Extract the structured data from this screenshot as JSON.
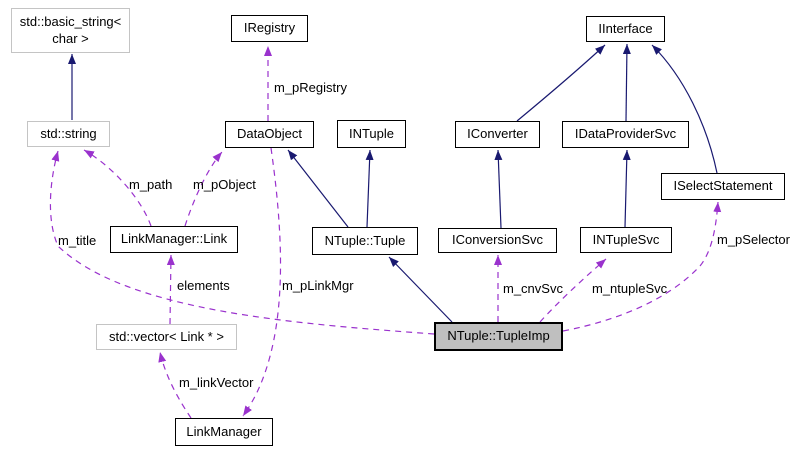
{
  "diagram": {
    "type": "uml-collaboration-graph",
    "focus_class": "NTuple::TupleImp",
    "colors": {
      "background": "#ffffff",
      "inheritance_edge": "#191970",
      "usage_edge": "#9a32cd",
      "node_border": "#000000",
      "undocumented_node_border": "#c4c4c4",
      "focus_node_fill": "#bfbfbf",
      "text": "#000000"
    },
    "nodes": [
      {
        "id": "basic-string",
        "label": "std::basic_string<\nchar >"
      },
      {
        "id": "std-string",
        "label": "std::string"
      },
      {
        "id": "iregistry",
        "label": "IRegistry"
      },
      {
        "id": "iinterface",
        "label": "IInterface"
      },
      {
        "id": "dataobject",
        "label": "DataObject"
      },
      {
        "id": "intuple",
        "label": "INTuple"
      },
      {
        "id": "iconverter",
        "label": "IConverter"
      },
      {
        "id": "idataprovidersvc",
        "label": "IDataProviderSvc"
      },
      {
        "id": "iselectstatement",
        "label": "ISelectStatement"
      },
      {
        "id": "linkmanager-link",
        "label": "LinkManager::Link"
      },
      {
        "id": "ntuple-tuple",
        "label": "NTuple::Tuple"
      },
      {
        "id": "iconversionsvc",
        "label": "IConversionSvc"
      },
      {
        "id": "intuplesvc",
        "label": "INTupleSvc"
      },
      {
        "id": "std-vector",
        "label": "std::vector< Link * >"
      },
      {
        "id": "ntuple-tupleimp",
        "label": "NTuple::TupleImp"
      },
      {
        "id": "linkmanager",
        "label": "LinkManager"
      }
    ],
    "edge_labels": [
      {
        "text": "m_pRegistry"
      },
      {
        "text": "m_path"
      },
      {
        "text": "m_pObject"
      },
      {
        "text": "m_title"
      },
      {
        "text": "elements"
      },
      {
        "text": "m_pLinkMgr"
      },
      {
        "text": "m_cnvSvc"
      },
      {
        "text": "m_ntupleSvc"
      },
      {
        "text": "m_pSelector"
      },
      {
        "text": "m_linkVector"
      }
    ],
    "edges": {
      "inheritance": [
        {
          "from": "std::string",
          "to": "std::basic_string< char >"
        },
        {
          "from": "NTuple::Tuple",
          "to": "DataObject"
        },
        {
          "from": "NTuple::Tuple",
          "to": "INTuple"
        },
        {
          "from": "NTuple::TupleImp",
          "to": "NTuple::Tuple"
        },
        {
          "from": "IConversionSvc",
          "to": "IConverter"
        },
        {
          "from": "INTupleSvc",
          "to": "IDataProviderSvc"
        },
        {
          "from": "IConverter",
          "to": "IInterface"
        },
        {
          "from": "IDataProviderSvc",
          "to": "IInterface"
        },
        {
          "from": "ISelectStatement",
          "to": "IInterface"
        }
      ],
      "usage": [
        {
          "from": "DataObject",
          "to": "IRegistry",
          "label": "m_pRegistry"
        },
        {
          "from": "LinkManager::Link",
          "to": "std::string",
          "label": "m_path"
        },
        {
          "from": "LinkManager::Link",
          "to": "DataObject",
          "label": "m_pObject"
        },
        {
          "from": "NTuple::TupleImp",
          "to": "std::string",
          "label": "m_title"
        },
        {
          "from": "std::vector< Link * >",
          "to": "LinkManager::Link",
          "label": "elements"
        },
        {
          "from": "DataObject",
          "to": "LinkManager",
          "label": "m_pLinkMgr"
        },
        {
          "from": "NTuple::TupleImp",
          "to": "IConversionSvc",
          "label": "m_cnvSvc"
        },
        {
          "from": "NTuple::TupleImp",
          "to": "INTupleSvc",
          "label": "m_ntupleSvc"
        },
        {
          "from": "NTuple::TupleImp",
          "to": "ISelectStatement",
          "label": "m_pSelector"
        },
        {
          "from": "LinkManager",
          "to": "std::vector< Link * >",
          "label": "m_linkVector"
        }
      ]
    }
  }
}
